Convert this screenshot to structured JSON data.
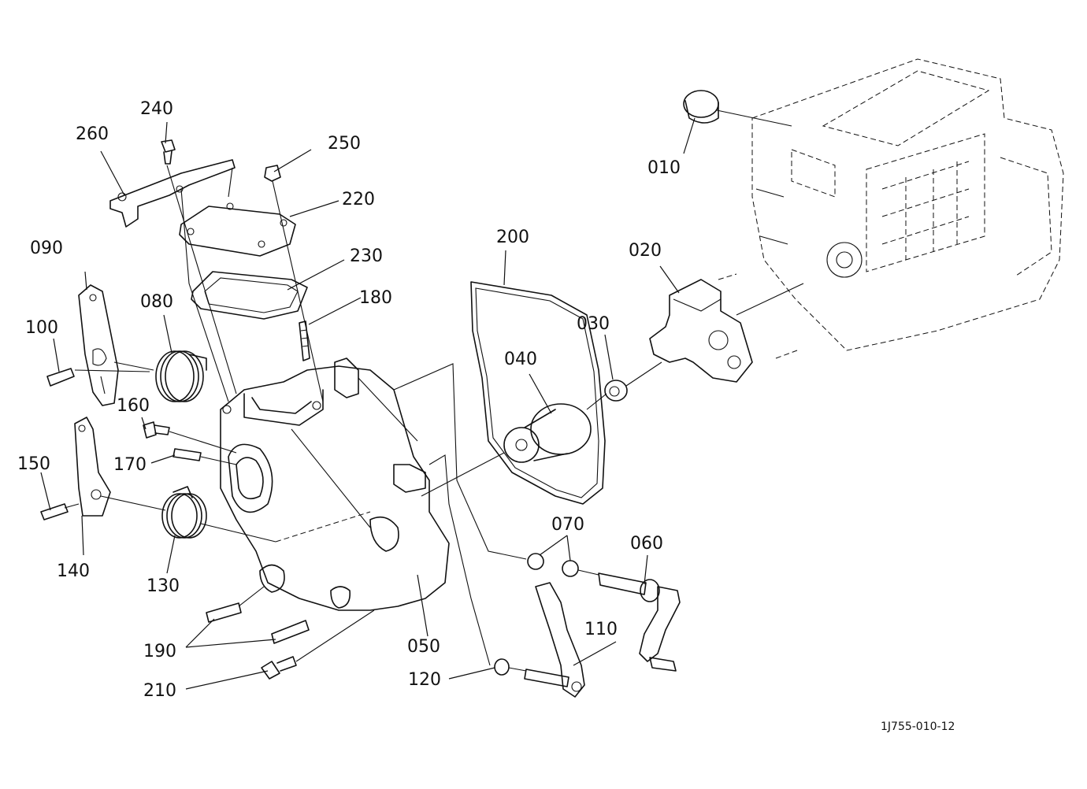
{
  "labels": {
    "p010": "010",
    "p020": "020",
    "p030": "030",
    "p040": "040",
    "p050": "050",
    "p060": "060",
    "p070": "070",
    "p080": "080",
    "p090": "090",
    "p100": "100",
    "p110": "110",
    "p120": "120",
    "p130": "130",
    "p140": "140",
    "p150": "150",
    "p160": "160",
    "p170": "170",
    "p180": "180",
    "p190": "190",
    "p200": "200",
    "p210": "210",
    "p220": "220",
    "p230": "230",
    "p240": "240",
    "p250": "250",
    "p260": "260"
  },
  "drawing_code": "1J755-010-12"
}
